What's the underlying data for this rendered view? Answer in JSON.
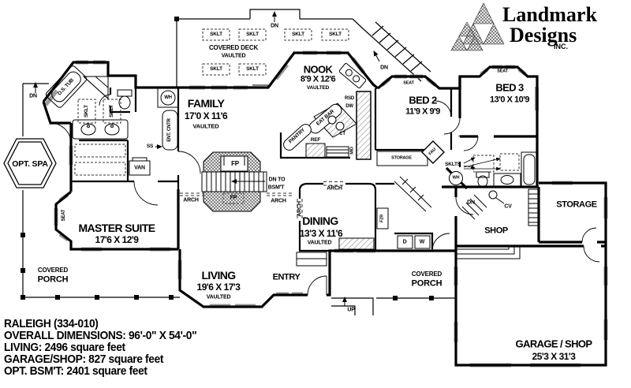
{
  "logo": {
    "name1": "Landmark",
    "name2": "Designs",
    "name3": "INC."
  },
  "info": {
    "plan": "RALEIGH (334-010)",
    "dimensions": "OVERALL DIMENSIONS: 96'-0\" X 54'-0\"",
    "living": "LIVING: 2496 square feet",
    "garage": "GARAGE/SHOP: 827 square feet",
    "basement": "OPT. BSM'T: 2401 square feet"
  },
  "rooms": {
    "deck": {
      "name": "COVERED DECK",
      "note": "VAULTED"
    },
    "nook": {
      "name": "NOOK",
      "dims": "8'9 X 12'6",
      "note": "VAULTED"
    },
    "family": {
      "name": "FAMILY",
      "dims": "17'0 X 11'6",
      "note": "VAULTED"
    },
    "bed2": {
      "name": "BED 2",
      "dims": "11'9 X 9'9"
    },
    "bed3": {
      "name": "BED 3",
      "dims": "13'0 X 10'9"
    },
    "master": {
      "name": "MASTER SUITE",
      "dims": "17'6 X 12'9"
    },
    "dining": {
      "name": "DINING",
      "dims": "13'3 X 11'6",
      "note": "VAULTED"
    },
    "living": {
      "name": "LIVING",
      "dims": "19'6 X 17'3",
      "note": "VAULTED"
    },
    "entry": {
      "name": "ENTRY"
    },
    "shop": {
      "name": "SHOP"
    },
    "storage_garage": {
      "name": "STORAGE"
    },
    "storage_hall": {
      "name": "STORAGE"
    },
    "garage": {
      "name": "GARAGE / SHOP",
      "dims": "25'3 X 31'3"
    },
    "porch_left": {
      "line1": "COVERED",
      "line2": "PORCH"
    },
    "porch_right": {
      "line1": "COVERED",
      "line2": "PORCH"
    },
    "spa": {
      "name": "OPT. SPA"
    }
  },
  "labels": {
    "sklt": "SKLT",
    "sklts": "SKLTS",
    "dn": "DN",
    "up": "UP",
    "dn_to": "DN TO",
    "bsmt": "BSM'T",
    "arch": "ARCH",
    "seat": "SEAT",
    "os_tub": "O.S. TUB",
    "van": "VAN",
    "wh": "WH",
    "ent_cntr": "ENT. CNTR",
    "ss": "SS",
    "fp": "FP",
    "pantry": "PANTRY",
    "eat_bar": "EAT BAR",
    "rsd": "RSD",
    "dw": "DW",
    "ct": "CT",
    "ref": "REF",
    "md": "M/D",
    "fzr": "FZR",
    "d": "D",
    "w": "W",
    "cv": "CV",
    "fau": "FAU"
  }
}
